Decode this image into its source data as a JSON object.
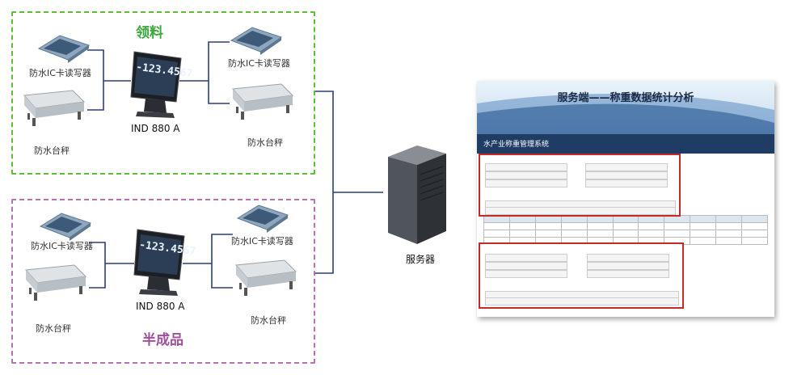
{
  "top_group": {
    "title": "领料",
    "left_reader_label": "防水IC卡读写器",
    "right_reader_label": "防水IC卡读写器",
    "left_scale_label": "防水台秤",
    "right_scale_label": "防水台秤",
    "terminal_label": "IND 880 A",
    "terminal_display": "-123.4567"
  },
  "bottom_group": {
    "title": "半成品",
    "left_reader_label": "防水IC卡读写器",
    "right_reader_label": "防水IC卡读写器",
    "left_scale_label": "防水台秤",
    "right_scale_label": "防水台秤",
    "terminal_label": "IND 880 A",
    "terminal_display": "-123.4567"
  },
  "server": {
    "label": "服务器"
  },
  "screenshot": {
    "title": "服务端——称重数据统计分析",
    "system_name": "水产业称重管理系统"
  },
  "colors": {
    "top_border": "#5bbf3a",
    "bottom_border": "#b870b0",
    "connector": "#2a3f7a",
    "highlight": "#c42a2a"
  }
}
